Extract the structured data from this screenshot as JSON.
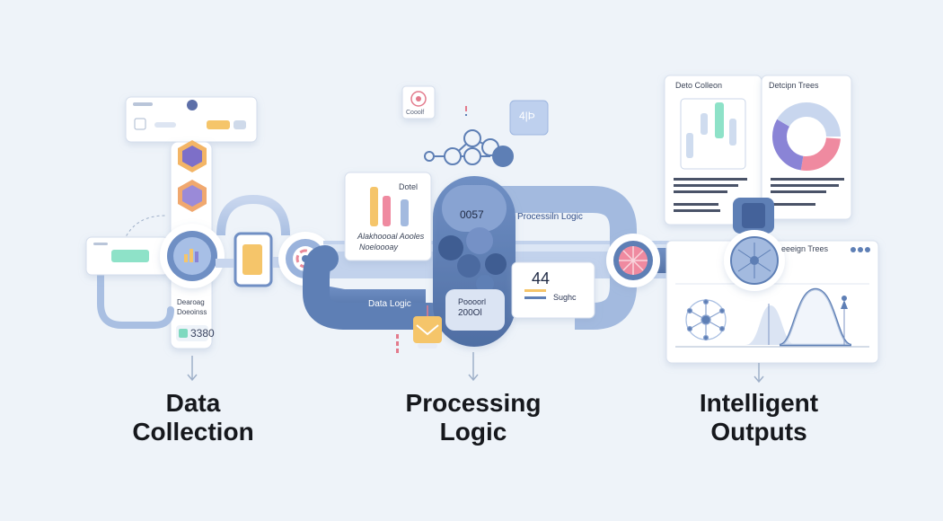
{
  "stages": [
    {
      "id": "collection",
      "title_line1": "Data",
      "title_line2": "Collection"
    },
    {
      "id": "processing",
      "title_line1": "Processing",
      "title_line2": "Logic"
    },
    {
      "id": "outputs",
      "title_line1": "Intelligent",
      "title_line2": "Outputs"
    }
  ],
  "collection": {
    "device_label_1": "Dearoag",
    "device_label_2": "Doeoinss",
    "counter": "3380"
  },
  "processing": {
    "chart_card_title": "Dotel",
    "chart_card_caption_1": "Alakhoooal Aooles",
    "chart_card_caption_2": "Noeloooay",
    "pipe_value": "0057",
    "pipe_label": "Processiln Logic",
    "data_logic_label": "Data Logic",
    "lower_code_1": "Poooorl",
    "lower_code_2": "200Ol",
    "metric_value": "44",
    "metric_label": "Sughc",
    "target_caption": "Cooolf",
    "code_glyph": "4|Þ"
  },
  "outputs": {
    "card1_title": "Deto Colleon",
    "card2_title": "Detcipn Trees",
    "panel_title": "eeeign Trees"
  },
  "colors": {
    "background": "#eef3f9",
    "pipe_blue": "#5e7fb5",
    "pipe_light": "#9bb3d9",
    "accent_yellow": "#f5c56a",
    "accent_pink": "#ef8aa0",
    "accent_purple": "#8a84d6",
    "accent_teal": "#7fd9bf"
  }
}
